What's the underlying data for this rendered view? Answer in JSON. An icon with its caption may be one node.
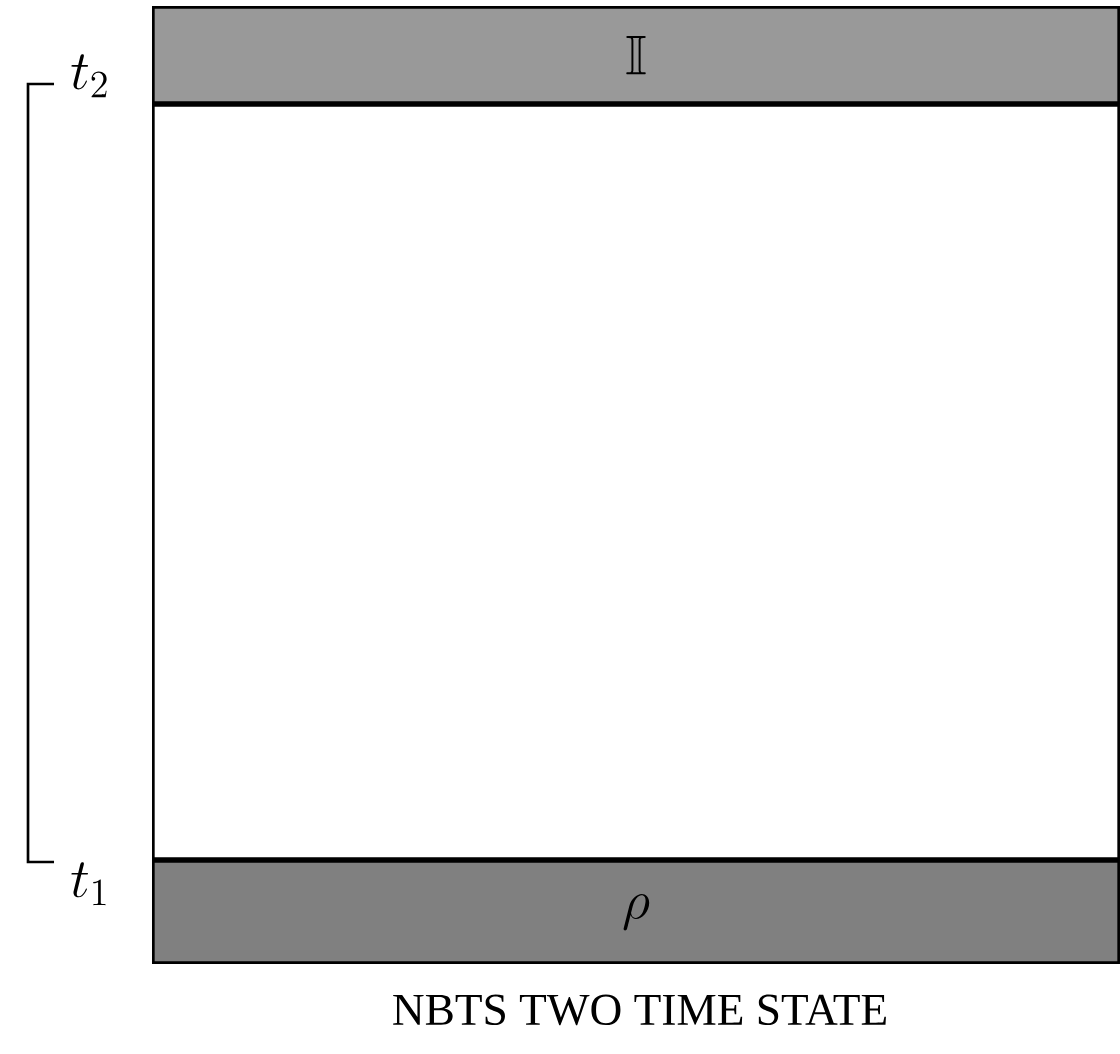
{
  "diagram": {
    "caption": "NBTS TWO TIME STATE",
    "nodes": [
      {
        "text": [
          "\\mathbb{I}"
        ]
      },
      {
        "text": [],
        "shape": "box"
      },
      {
        "text": [
          "\\rho"
        ]
      }
    ],
    "edges": [],
    "labels": [
      "t_{2}",
      "t_{1}"
    ]
  }
}
